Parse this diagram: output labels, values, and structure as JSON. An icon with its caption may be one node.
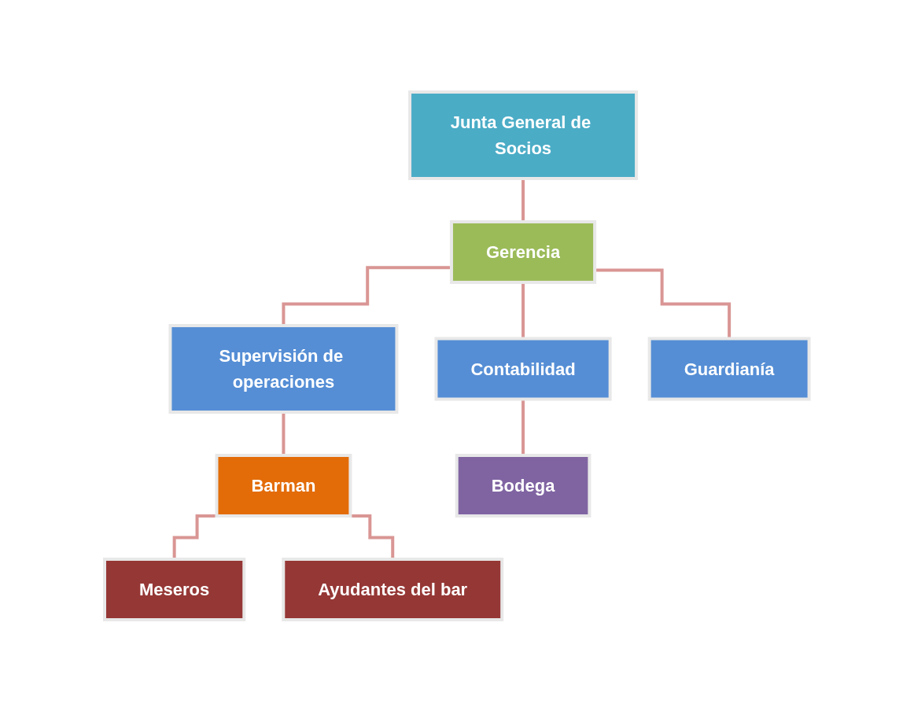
{
  "diagram": {
    "nodes": [
      {
        "text": [
          "Junta General de Socios"
        ]
      },
      {
        "text": [
          "Gerencia"
        ]
      },
      {
        "text": [
          "Supervisión de operaciones"
        ]
      },
      {
        "text": [
          "Contabilidad"
        ]
      },
      {
        "text": [
          "Guardianía"
        ]
      },
      {
        "text": [
          "Barman"
        ]
      },
      {
        "text": [
          "Bodega"
        ]
      },
      {
        "text": [
          "Meseros"
        ]
      },
      {
        "text": [
          "Ayudantes del bar"
        ]
      }
    ],
    "edges": [
      {
        "from": 0,
        "to": 1,
        "arrow": "none"
      },
      {
        "from": 1,
        "to": 2,
        "arrow": "none"
      },
      {
        "from": 1,
        "to": 3,
        "arrow": "none"
      },
      {
        "from": 1,
        "to": 4,
        "arrow": "none"
      },
      {
        "from": 2,
        "to": 5,
        "arrow": "none"
      },
      {
        "from": 3,
        "to": 6,
        "arrow": "none"
      },
      {
        "from": 5,
        "to": 7,
        "arrow": "none"
      },
      {
        "from": 5,
        "to": 8,
        "arrow": "none"
      }
    ]
  }
}
